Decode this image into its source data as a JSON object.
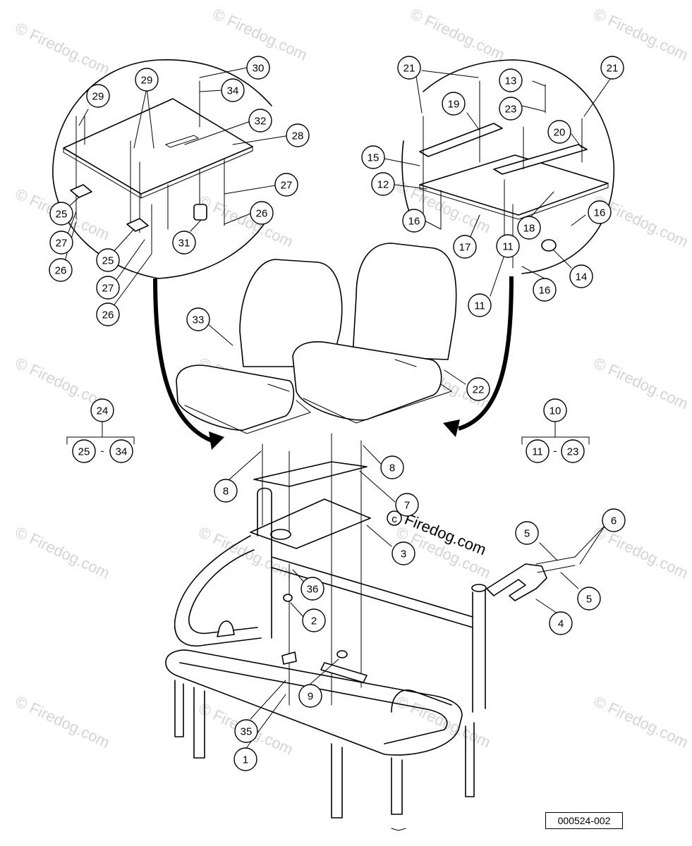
{
  "watermark": "Firedog.com",
  "brand_text": "Firedog.com",
  "drawing_number": "000524-002",
  "callouts": [
    "1",
    "2",
    "3",
    "4",
    "5",
    "5",
    "6",
    "7",
    "8",
    "8",
    "9",
    "10",
    "11",
    "11",
    "12",
    "13",
    "14",
    "15",
    "16",
    "16",
    "16",
    "17",
    "18",
    "19",
    "20",
    "21",
    "21",
    "22",
    "23",
    "23",
    "24",
    "25",
    "25",
    "26",
    "26",
    "26",
    "27",
    "27",
    "27",
    "28",
    "29",
    "29",
    "30",
    "31",
    "32",
    "33",
    "34",
    "34",
    "35",
    "36"
  ],
  "ranges": [
    {
      "parent": "24",
      "from": "25",
      "sep": "-",
      "to": "34"
    },
    {
      "parent": "10",
      "from": "11",
      "sep": "-",
      "to": "23"
    }
  ]
}
